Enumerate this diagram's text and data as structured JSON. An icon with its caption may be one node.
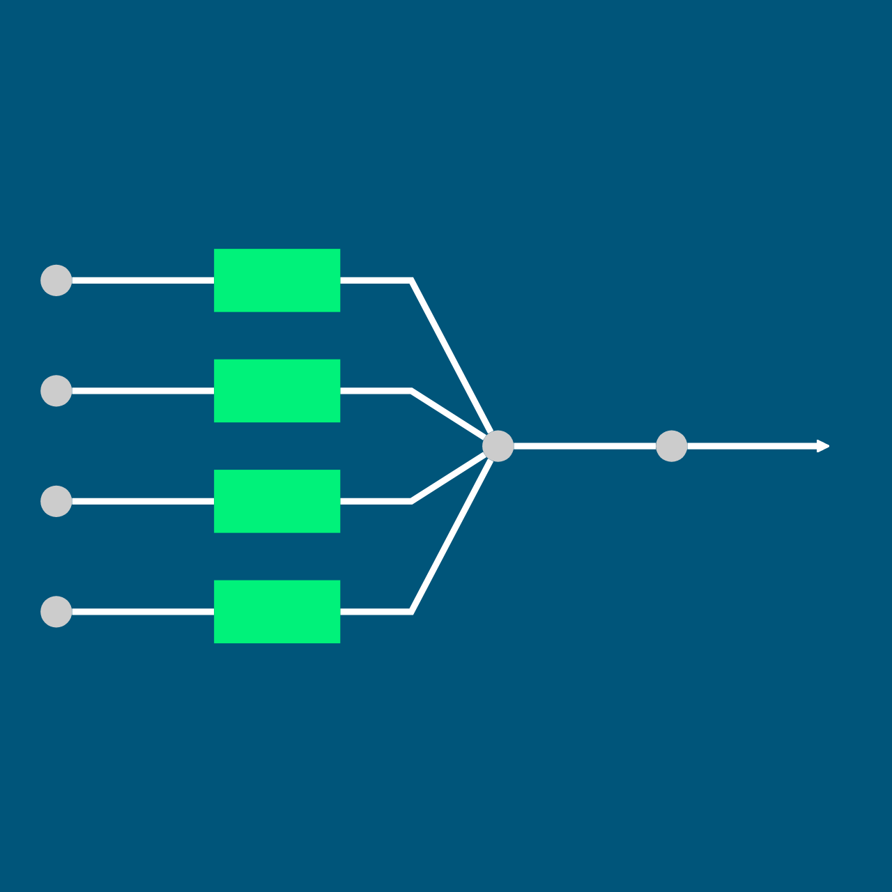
{
  "diagram": {
    "nodes": [
      {
        "text": [],
        "shape": "circle"
      },
      {
        "text": [],
        "shape": "circle"
      },
      {
        "text": [],
        "shape": "circle"
      },
      {
        "text": [],
        "shape": "circle"
      },
      {
        "text": [],
        "shape": "box"
      },
      {
        "text": [],
        "shape": "box"
      },
      {
        "text": [],
        "shape": "box"
      },
      {
        "text": [],
        "shape": "box"
      },
      {
        "text": [],
        "shape": "circle"
      },
      {
        "text": [],
        "shape": "circle"
      }
    ],
    "edges": [
      {
        "from": 0,
        "to": 4,
        "arrow": "none"
      },
      {
        "from": 4,
        "to": 8,
        "arrow": "none"
      },
      {
        "from": 1,
        "to": 5,
        "arrow": "none"
      },
      {
        "from": 5,
        "to": 8,
        "arrow": "none"
      },
      {
        "from": 2,
        "to": 6,
        "arrow": "none"
      },
      {
        "from": 6,
        "to": 8,
        "arrow": "none"
      },
      {
        "from": 3,
        "to": 7,
        "arrow": "none"
      },
      {
        "from": 7,
        "to": 8,
        "arrow": "none"
      },
      {
        "from": 8,
        "to": 9,
        "arrow": "none"
      },
      {
        "from": 9,
        "to": null,
        "arrow": "to"
      }
    ]
  }
}
